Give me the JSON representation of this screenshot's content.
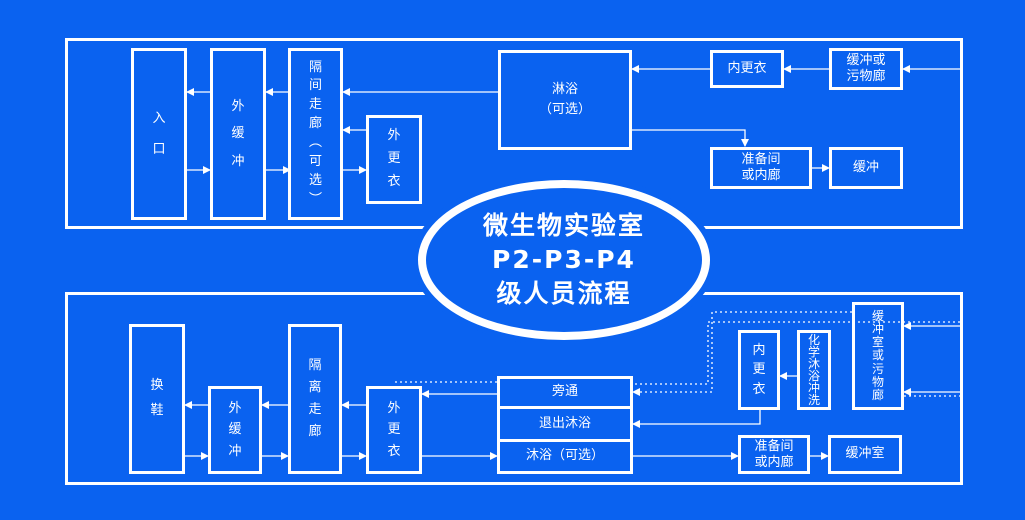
{
  "title": {
    "line1": "微生物实验室",
    "line2": "P2-P3-P4",
    "line3": "级人员流程"
  },
  "top": {
    "entrance": "入\n口",
    "outer_buffer": "外\n缓\n冲",
    "isolation_corridor": "隔\n间\n走\n廊\n︵\n可\n选\n︶",
    "outer_change": "外\n更\n衣",
    "shower": "淋浴\n（可选）",
    "inner_change": "内更衣",
    "buffer_or_dirty": "缓冲或\n污物廊",
    "prep_or_inner_corridor": "准备间\n或内廊",
    "buffer": "缓冲"
  },
  "bottom": {
    "change_shoes": "换\n鞋",
    "outer_buffer": "外\n缓\n冲",
    "isolation_corridor": "隔\n离\n走\n廊",
    "outer_change": "外\n更\n衣",
    "bypass": "旁通",
    "exit_shower": "退出沐浴",
    "shower_optional": "沐浴（可选）",
    "inner_change": "内\n更\n衣",
    "chemical_shower": "化\n学\n沐\n浴\n冲\n洗",
    "buffer_room_or_dirty": "缓\n冲\n室\n或\n污\n物\n廊",
    "prep_or_inner_corridor": "准备间\n或内廊",
    "buffer_room": "缓冲室"
  },
  "colors": {
    "background": "#0a62f0",
    "line": "#ffffff"
  }
}
